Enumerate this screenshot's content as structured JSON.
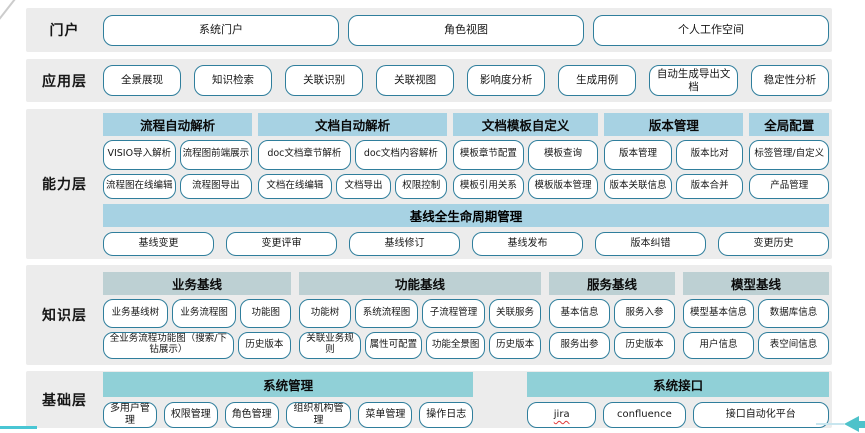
{
  "colors": {
    "band_background": "#ececec",
    "capability_header": "#a7d2e3",
    "knowledge_header": "#bdd0d3",
    "foundation_header": "#90d0d7",
    "box_border": "#2f7e9c",
    "accent_teal": "#4ec2ca",
    "spellcheck_red": "#e03a3a"
  },
  "layers": {
    "portal": {
      "label": "门户",
      "items": [
        "系统门户",
        "角色视图",
        "个人工作空间"
      ]
    },
    "application": {
      "label": "应用层",
      "items": [
        "全景展现",
        "知识检索",
        "关联识别",
        "关联视图",
        "影响度分析",
        "生成用例",
        "自动生成导出文档",
        "稳定性分析"
      ]
    },
    "capability": {
      "label": "能力层",
      "groups": [
        {
          "header": "流程自动解析",
          "row1": [
            "VISIO导入解析",
            "流程图前端展示"
          ],
          "row2": [
            "流程图在线编辑",
            "流程图导出"
          ]
        },
        {
          "header": "文档自动解析",
          "row1": [
            "doc文档章节解析",
            "doc文档内容解析"
          ],
          "row2": [
            "文档在线编辑",
            "文档导出",
            "权限控制"
          ]
        },
        {
          "header": "文档模板自定义",
          "row1": [
            "模板章节配置",
            "模板查询"
          ],
          "row2": [
            "模板引用关系",
            "模板版本管理"
          ]
        },
        {
          "header": "版本管理",
          "row1": [
            "版本管理",
            "版本比对"
          ],
          "row2": [
            "版本关联信息",
            "版本合并"
          ]
        },
        {
          "header": "全局配置",
          "row1": [
            "标签管理/自定义"
          ],
          "row2": [
            "产品管理"
          ]
        }
      ],
      "baseline": {
        "header": "基线全生命周期管理",
        "items": [
          "基线变更",
          "变更评审",
          "基线修订",
          "基线发布",
          "版本纠错",
          "变更历史"
        ]
      }
    },
    "knowledge": {
      "label": "知识层",
      "groups": [
        {
          "header": "业务基线",
          "row1": [
            "业务基线树",
            "业务流程图",
            "功能图"
          ],
          "row2": [
            "全业务流程功能图（搜索/下钻展示）",
            "历史版本"
          ]
        },
        {
          "header": "功能基线",
          "row1": [
            "功能树",
            "系统流程图",
            "子流程管理",
            "关联服务"
          ],
          "row2": [
            "关联业务规则",
            "属性可配置",
            "功能全景图",
            "历史版本"
          ]
        },
        {
          "header": "服务基线",
          "row1": [
            "基本信息",
            "服务入参"
          ],
          "row2": [
            "服务出参",
            "历史版本"
          ]
        },
        {
          "header": "模型基线",
          "row1": [
            "模型基本信息",
            "数据库信息"
          ],
          "row2": [
            "用户信息",
            "表空间信息"
          ]
        }
      ]
    },
    "foundation": {
      "label": "基础层",
      "groups": [
        {
          "header": "系统管理",
          "items": [
            "多用户管理",
            "权限管理",
            "角色管理",
            "组织机构管理",
            "菜单管理",
            "操作日志"
          ]
        },
        {
          "header": "系统接口",
          "items": [
            "jira",
            "confluence",
            "接口自动化平台"
          ]
        }
      ]
    }
  }
}
